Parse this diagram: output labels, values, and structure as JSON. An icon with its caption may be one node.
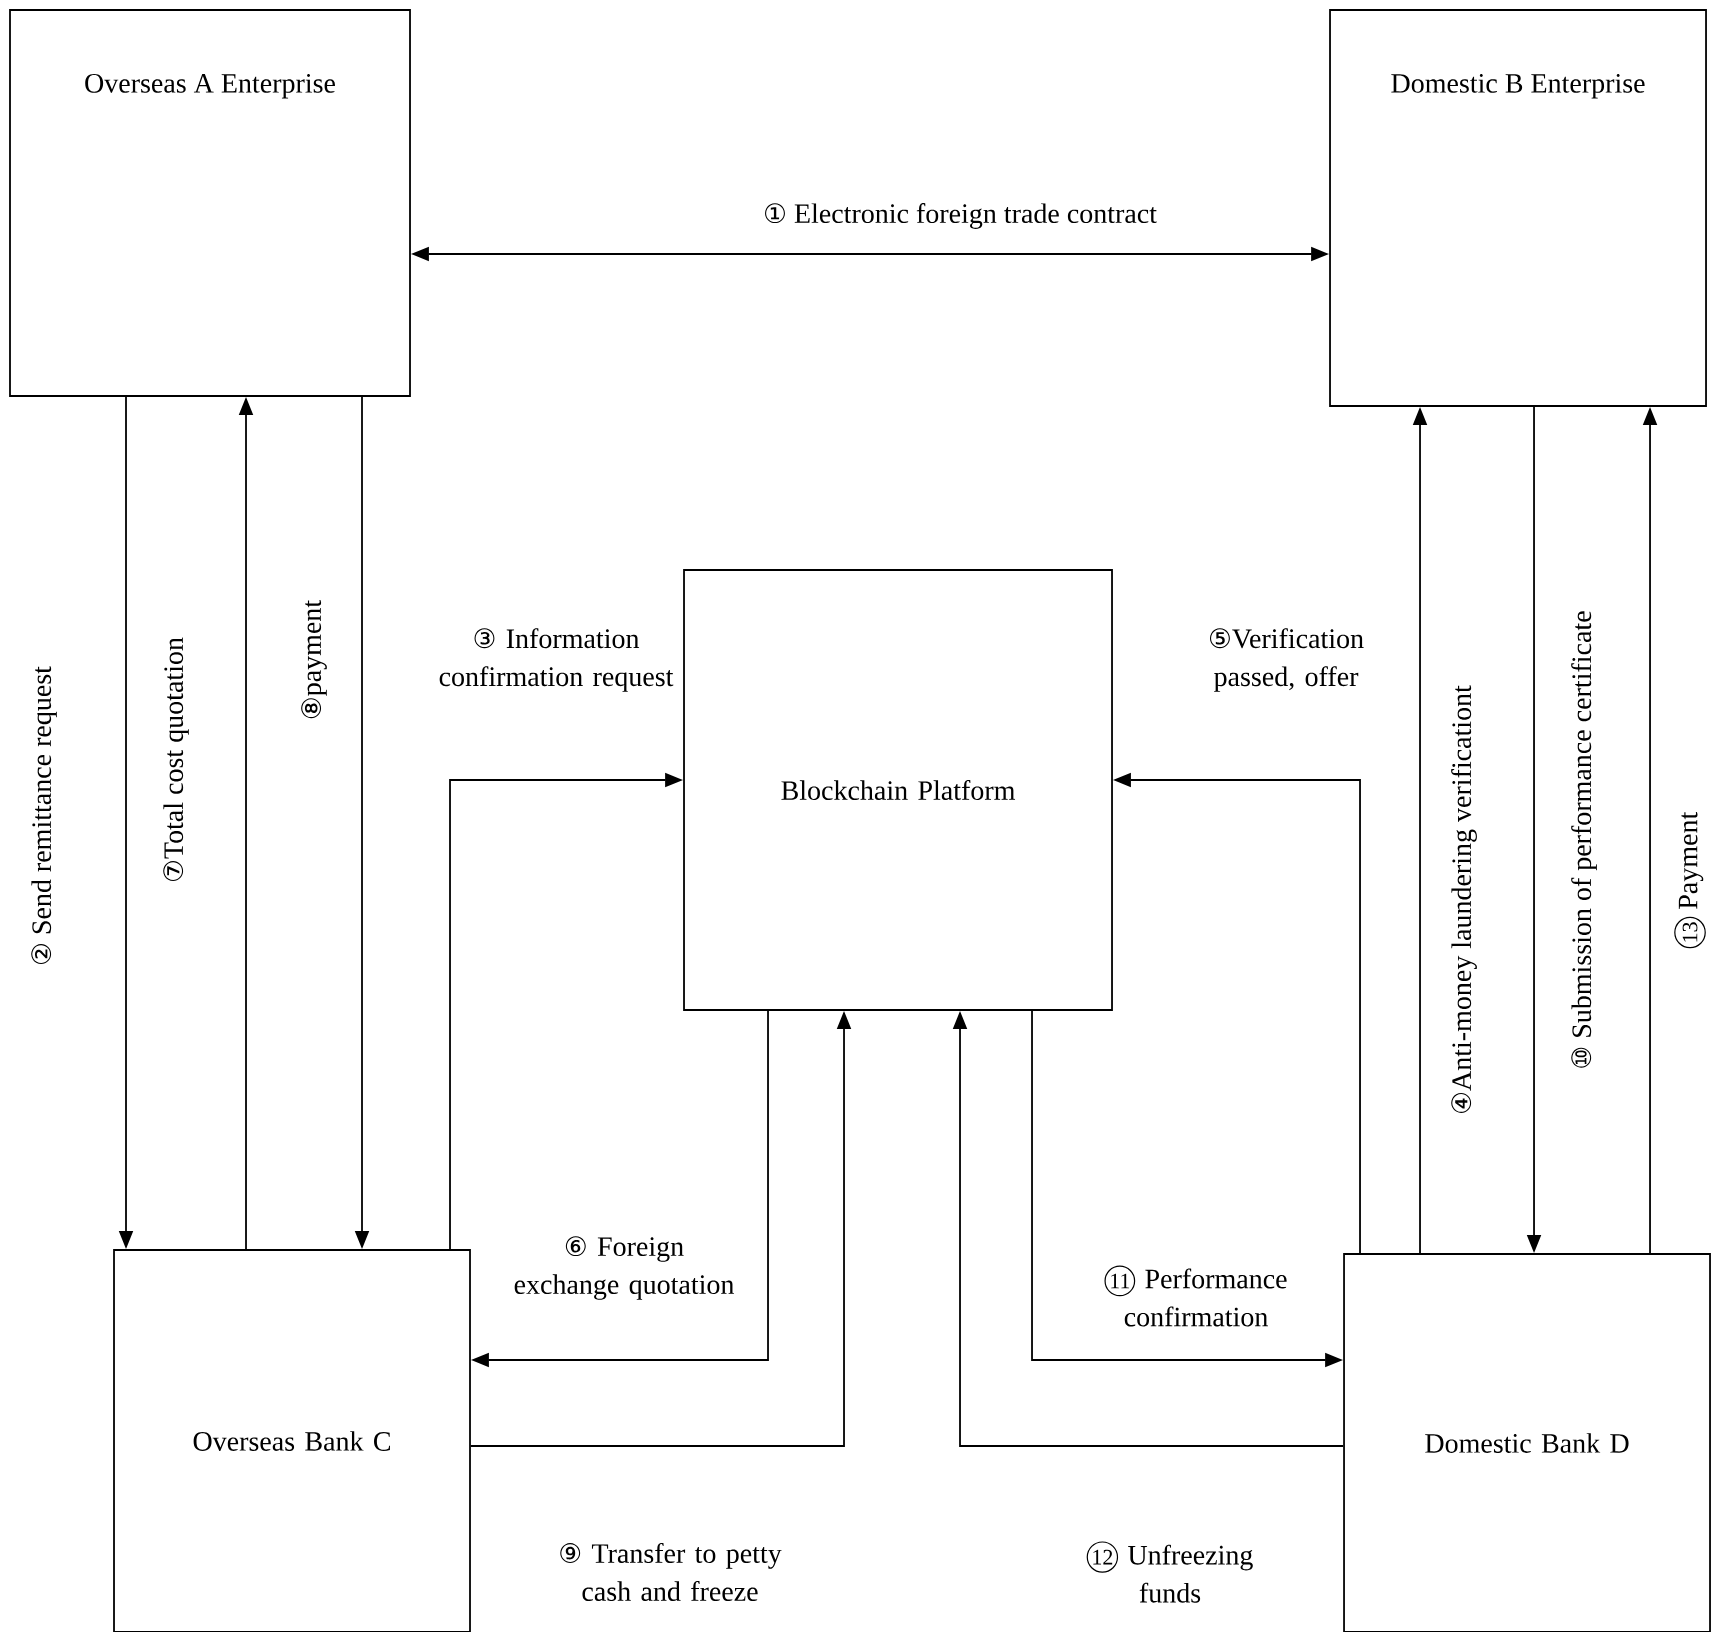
{
  "diagram": {
    "nodes": [
      {
        "text": [
          "Overseas A Enterprise"
        ]
      },
      {
        "text": [
          "Domestic B Enterprise"
        ]
      },
      {
        "text": [
          "Blockchain Platform"
        ]
      },
      {
        "text": [
          "Overseas Bank C"
        ]
      },
      {
        "text": [
          "Domestic Bank D"
        ]
      }
    ],
    "edges": [
      {
        "from": 0,
        "to": 1,
        "arrow": "both",
        "label": "① Electronic foreign trade contract"
      },
      {
        "from": 0,
        "to": 3,
        "arrow": "to",
        "label": "② Send remittance request"
      },
      {
        "from": 3,
        "to": 0,
        "arrow": "to",
        "label": "⑦Total cost quotation"
      },
      {
        "from": 0,
        "to": 3,
        "arrow": "to",
        "label": "⑧payment"
      },
      {
        "from": 3,
        "to": 2,
        "arrow": "to",
        "label": "③ Information confirmation request"
      },
      {
        "from": 4,
        "to": 2,
        "arrow": "to",
        "label": "⑤Verification passed, offer"
      },
      {
        "from": 4,
        "to": 1,
        "arrow": "to",
        "label": "④Anti-money laundering verificationt"
      },
      {
        "from": 1,
        "to": 4,
        "arrow": "to",
        "label": "⑩ Submission of performance certificate"
      },
      {
        "from": 4,
        "to": 1,
        "arrow": "to",
        "label": "13 Payment"
      },
      {
        "from": 2,
        "to": 3,
        "arrow": "to",
        "label": "⑥ Foreign exchange quotation"
      },
      {
        "from": 3,
        "to": 2,
        "arrow": "to",
        "label": "⑨ Transfer to petty cash and freeze"
      },
      {
        "from": 2,
        "to": 4,
        "arrow": "to",
        "label": "11 Performance confirmation"
      },
      {
        "from": 4,
        "to": 2,
        "arrow": "to",
        "label": "12 Unfreezing funds"
      }
    ]
  }
}
